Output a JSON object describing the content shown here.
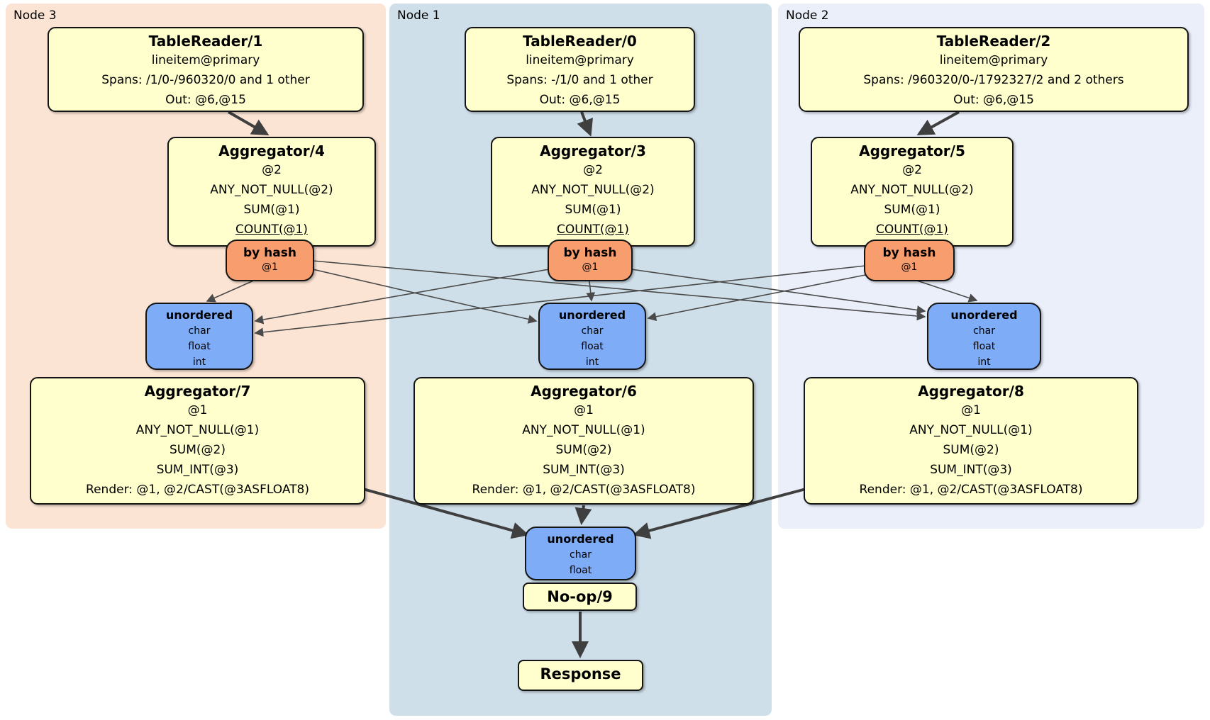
{
  "regions": {
    "node3": {
      "label": "Node 3"
    },
    "node1": {
      "label": "Node 1"
    },
    "node2": {
      "label": "Node 2"
    }
  },
  "boxes": {
    "tr1": {
      "title": "TableReader/1",
      "lines": [
        "lineitem@primary",
        "Spans: /1/0-/960320/0 and 1 other",
        "Out: @6,@15"
      ]
    },
    "tr0": {
      "title": "TableReader/0",
      "lines": [
        "lineitem@primary",
        "Spans: -/1/0 and 1 other",
        "Out: @6,@15"
      ]
    },
    "tr2": {
      "title": "TableReader/2",
      "lines": [
        "lineitem@primary",
        "Spans: /960320/0-/1792327/2 and 2 others",
        "Out: @6,@15"
      ]
    },
    "agg4": {
      "title": "Aggregator/4",
      "lines": [
        "@2",
        "ANY_NOT_NULL(@2)",
        "SUM(@1)",
        "COUNT(@1)"
      ]
    },
    "agg3": {
      "title": "Aggregator/3",
      "lines": [
        "@2",
        "ANY_NOT_NULL(@2)",
        "SUM(@1)",
        "COUNT(@1)"
      ]
    },
    "agg5": {
      "title": "Aggregator/5",
      "lines": [
        "@2",
        "ANY_NOT_NULL(@2)",
        "SUM(@1)",
        "COUNT(@1)"
      ]
    },
    "hash3": {
      "title": "by hash",
      "lines": [
        "@1"
      ]
    },
    "hash1": {
      "title": "by hash",
      "lines": [
        "@1"
      ]
    },
    "hash2": {
      "title": "by hash",
      "lines": [
        "@1"
      ]
    },
    "un3": {
      "title": "unordered",
      "lines": [
        "char",
        "float",
        "int"
      ]
    },
    "un1": {
      "title": "unordered",
      "lines": [
        "char",
        "float",
        "int"
      ]
    },
    "un2": {
      "title": "unordered",
      "lines": [
        "char",
        "float",
        "int"
      ]
    },
    "agg7": {
      "title": "Aggregator/7",
      "lines": [
        "@1",
        "ANY_NOT_NULL(@1)",
        "SUM(@2)",
        "SUM_INT(@3)",
        "Render: @1, @2/CAST(@3ASFLOAT8)"
      ]
    },
    "agg6": {
      "title": "Aggregator/6",
      "lines": [
        "@1",
        "ANY_NOT_NULL(@1)",
        "SUM(@2)",
        "SUM_INT(@3)",
        "Render: @1, @2/CAST(@3ASFLOAT8)"
      ]
    },
    "agg8": {
      "title": "Aggregator/8",
      "lines": [
        "@1",
        "ANY_NOT_NULL(@1)",
        "SUM(@2)",
        "SUM_INT(@3)",
        "Render: @1, @2/CAST(@3ASFLOAT8)"
      ]
    },
    "unbottom": {
      "title": "unordered",
      "lines": [
        "char",
        "float"
      ]
    },
    "noop": {
      "title": "No-op/9"
    },
    "response": {
      "title": "Response"
    }
  },
  "edges": [
    {
      "from": "tr1",
      "to": "agg4"
    },
    {
      "from": "tr0",
      "to": "agg3"
    },
    {
      "from": "tr2",
      "to": "agg5"
    },
    {
      "from": "hash3",
      "to": "un3"
    },
    {
      "from": "hash3",
      "to": "un1"
    },
    {
      "from": "hash3",
      "to": "un2"
    },
    {
      "from": "hash1",
      "to": "un3"
    },
    {
      "from": "hash1",
      "to": "un1"
    },
    {
      "from": "hash1",
      "to": "un2"
    },
    {
      "from": "hash2",
      "to": "un3"
    },
    {
      "from": "hash2",
      "to": "un1"
    },
    {
      "from": "hash2",
      "to": "un2"
    },
    {
      "from": "agg7",
      "to": "unbottom"
    },
    {
      "from": "agg6",
      "to": "unbottom"
    },
    {
      "from": "agg8",
      "to": "unbottom"
    },
    {
      "from": "noop",
      "to": "response"
    }
  ],
  "colors": {
    "node3_bg": "#fce4d5",
    "node1_bg": "#cfdfe9",
    "node2_bg": "#eaeffa",
    "processor_bg": "#ffffcd",
    "router_bg": "#f89e6e",
    "sync_bg": "#7eacf6",
    "edge": "#3f3f3f"
  }
}
